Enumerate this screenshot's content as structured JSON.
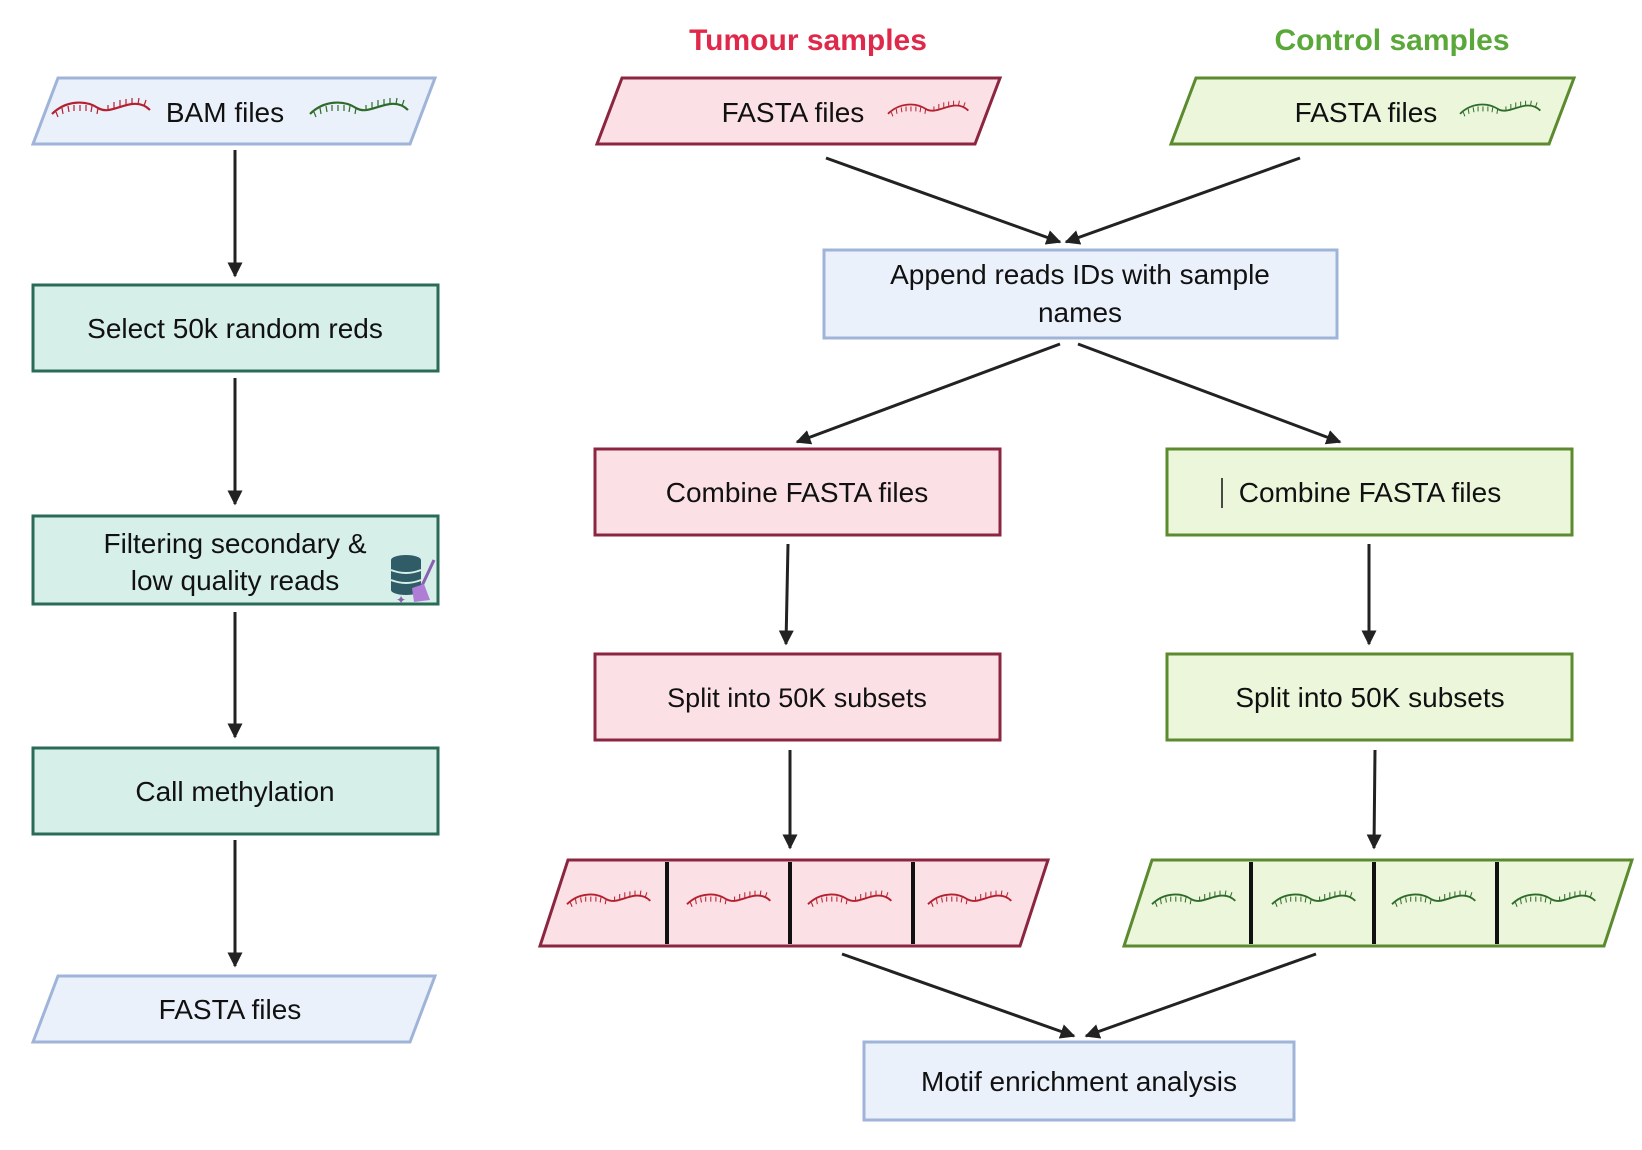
{
  "headers": {
    "tumour": "Tumour samples",
    "control": "Control samples"
  },
  "colors": {
    "tumour_accent": "#e0294a",
    "control_accent": "#5aa83a",
    "tumour_fill": "#fbe0e5",
    "tumour_stroke": "#8c2640",
    "control_fill": "#ebf6da",
    "control_stroke": "#5c8a2e",
    "neutral_fill": "#eaf1fb",
    "neutral_stroke": "#9fb4d8",
    "teal_fill": "#d6efe8",
    "teal_stroke": "#2a6b58"
  },
  "left_pipeline": {
    "input": "BAM files",
    "step1": "Select 50k random reds",
    "step2_line1": "Filtering secondary &",
    "step2_line2": "low quality reads",
    "step3": "Call methylation",
    "output": "FASTA files"
  },
  "tumour_branch": {
    "input": "FASTA files",
    "combine": "Combine FASTA files",
    "split": "Split into 50K subsets"
  },
  "control_branch": {
    "input": "FASTA files",
    "combine": "Combine FASTA files",
    "split": "Split into 50K subsets"
  },
  "shared": {
    "append_line1": "Append reads IDs with sample",
    "append_line2": "names",
    "motif": "Motif enrichment analysis"
  },
  "icons": {
    "read_red": "dna-read-red-icon",
    "read_green": "dna-read-green-icon",
    "database_broom": "database-cleaning-icon"
  }
}
